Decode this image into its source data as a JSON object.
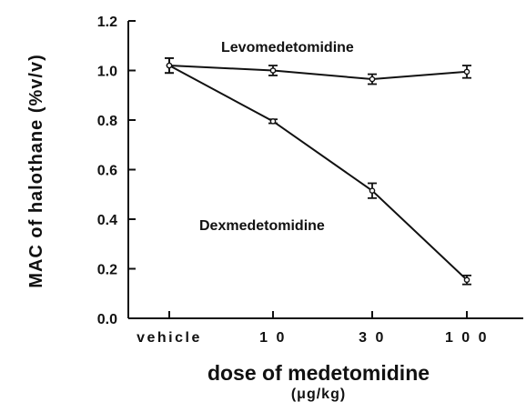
{
  "chart_data": {
    "type": "line",
    "categories": [
      "vehicle",
      "1 0",
      "3 0",
      "1 0 0"
    ],
    "xlabel": "dose of medetomidine",
    "xunit": "(μg/kg)",
    "ylabel": "MAC  of  halothane  (%v/v)",
    "ylim": [
      0.0,
      1.2
    ],
    "yticks": [
      "0.0",
      "0.2",
      "0.4",
      "0.6",
      "0.8",
      "1.0",
      "1.2"
    ],
    "grid": false,
    "series": [
      {
        "name": "Levomedetomidine",
        "values": [
          1.02,
          1.0,
          0.965,
          0.995
        ],
        "errors": [
          0.03,
          0.02,
          0.02,
          0.025
        ]
      },
      {
        "name": "Dexmedetomidine",
        "values": [
          1.02,
          0.795,
          0.515,
          0.155
        ],
        "errors": [
          0.03,
          0.008,
          0.03,
          0.018
        ]
      }
    ],
    "colors": {
      "line": "#111111",
      "text": "#111111"
    }
  }
}
